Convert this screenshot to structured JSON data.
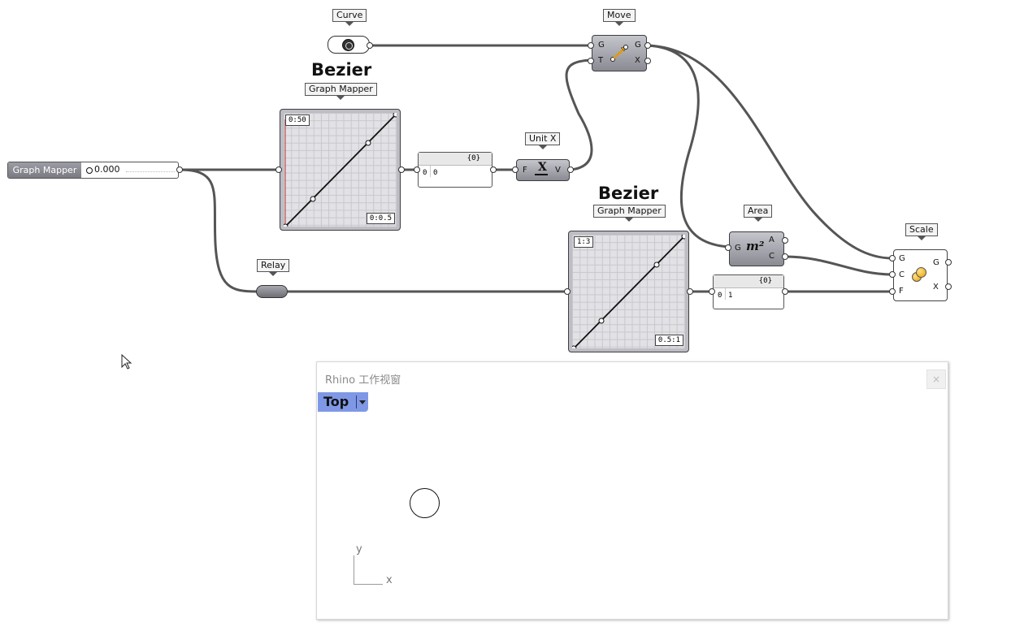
{
  "canvas": {
    "labels": {
      "curve": "Curve",
      "move": "Move",
      "graph_mapper_1": "Graph Mapper",
      "graph_mapper_2": "Graph Mapper",
      "unit_x": "Unit X",
      "relay": "Relay",
      "area": "Area",
      "scale": "Scale"
    },
    "titles": {
      "bezier_1": "Bezier",
      "bezier_2": "Bezier"
    },
    "graph_mapper_1": {
      "top_left": "0:50",
      "bottom_right": "0:0.5"
    },
    "graph_mapper_2": {
      "top_left": "1:3",
      "bottom_right": "0.5:1"
    },
    "slider": {
      "name": "Graph Mapper",
      "value": "0.000"
    },
    "panel_1": {
      "header": "{0}",
      "index": "0",
      "value": "0"
    },
    "panel_2": {
      "header": "{0}",
      "index": "0",
      "value": "1"
    },
    "move_ports": {
      "in1": "G",
      "in2": "T",
      "out1": "G",
      "out2": "X"
    },
    "unitx_ports": {
      "in": "F",
      "out": "V",
      "glyph": "X"
    },
    "area_ports": {
      "in": "G",
      "out1": "A",
      "out2": "C",
      "glyph": "m²"
    },
    "scale_ports": {
      "in1": "G",
      "in2": "C",
      "in3": "F",
      "out1": "G",
      "out2": "X"
    }
  },
  "viewport": {
    "title": "Rhino 工作视窗",
    "view_name": "Top",
    "axis_x": "x",
    "axis_y": "y",
    "close_icon": "close-icon"
  },
  "colors": {
    "view_tab": "#7f98e6",
    "component": "#a0a0a8",
    "wire": "#555555",
    "graph_red": "#c03030"
  }
}
